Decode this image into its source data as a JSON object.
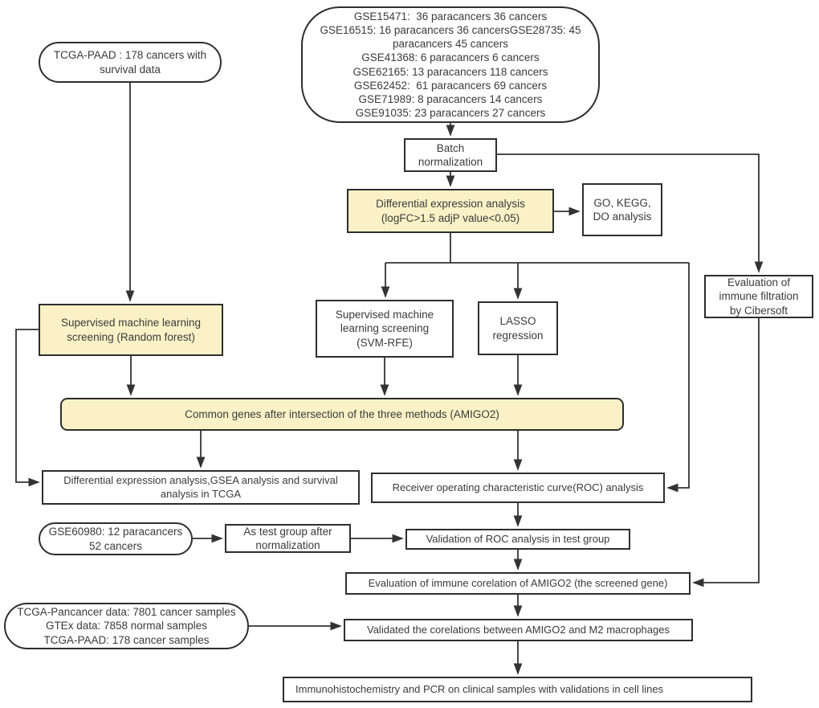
{
  "figure": {
    "type": "flowchart",
    "description": "Study workflow flowchart for AMIGO2 screening in pancreatic cancer"
  },
  "colors": {
    "background": "#FFFFFF",
    "box_yellow": "#FAF2C6",
    "box_border": "#2E2E2E",
    "line": "#333333",
    "text": "#3B3B3B"
  },
  "nodes": {
    "gse_datasets": "GSE15471:  36 paracancers 36 cancers\nGSE16515: 16 paracancers 36 cancersGSE28735: 45\nparacancers 45 cancers\nGSE41368: 6 paracancers 6 cancers\nGSE62165: 13 paracancers 118 cancers\nGSE62452:  61 paracancers 69 cancers\nGSE71989: 8 paracancers 14 cancers\nGSE91035: 23 paracancers 27 cancers",
    "tcga_paad": "TCGA-PAAD : 178 cancers with\nsurvival data",
    "batch_normalization": "Batch\nnormalization",
    "diff_expression": "Differential expression analysis\n(logFC>1.5 adjP value<0.05)",
    "go_kegg_do": "GO, KEGG,\nDO analysis",
    "cibersoft": "Evaluation of\nimmune filtration\nby Cibersoft",
    "random_forest": "Supervised machine learning\nscreening (Random forest)",
    "svm_rfe": "Supervised machine\nlearning screening\n(SVM-RFE)",
    "lasso": "LASSO\nregression",
    "common_genes": "Common genes after intersection of the three methods (AMIGO2)",
    "diff_gsea_survival": "Differential expression analysis,GSEA analysis and survival\nanalysis in TCGA",
    "roc_analysis": "Receiver operating characteristic curve(ROC) analysis",
    "gse60980": "GSE60980: 12 paracancers\n52 cancers",
    "test_group": "As test group after\nnormalization",
    "validation_roc": "Validation of ROC analysis in test group",
    "amigo2_correlation": "Evaluation of immune corelation of AMIGO2 (the screened gene)",
    "tcga_pancancer": "TCGA-Pancancer data: 7801 cancer samples\nGTEx data: 7858 normal samples\nTCGA-PAAD: 178 cancer samples",
    "validated_correlations": "Validated the corelations between AMIGO2 and M2 macrophages",
    "immunohistochemistry": "Immunohistochemistry and PCR on clinical samples with validations in cell lines"
  }
}
